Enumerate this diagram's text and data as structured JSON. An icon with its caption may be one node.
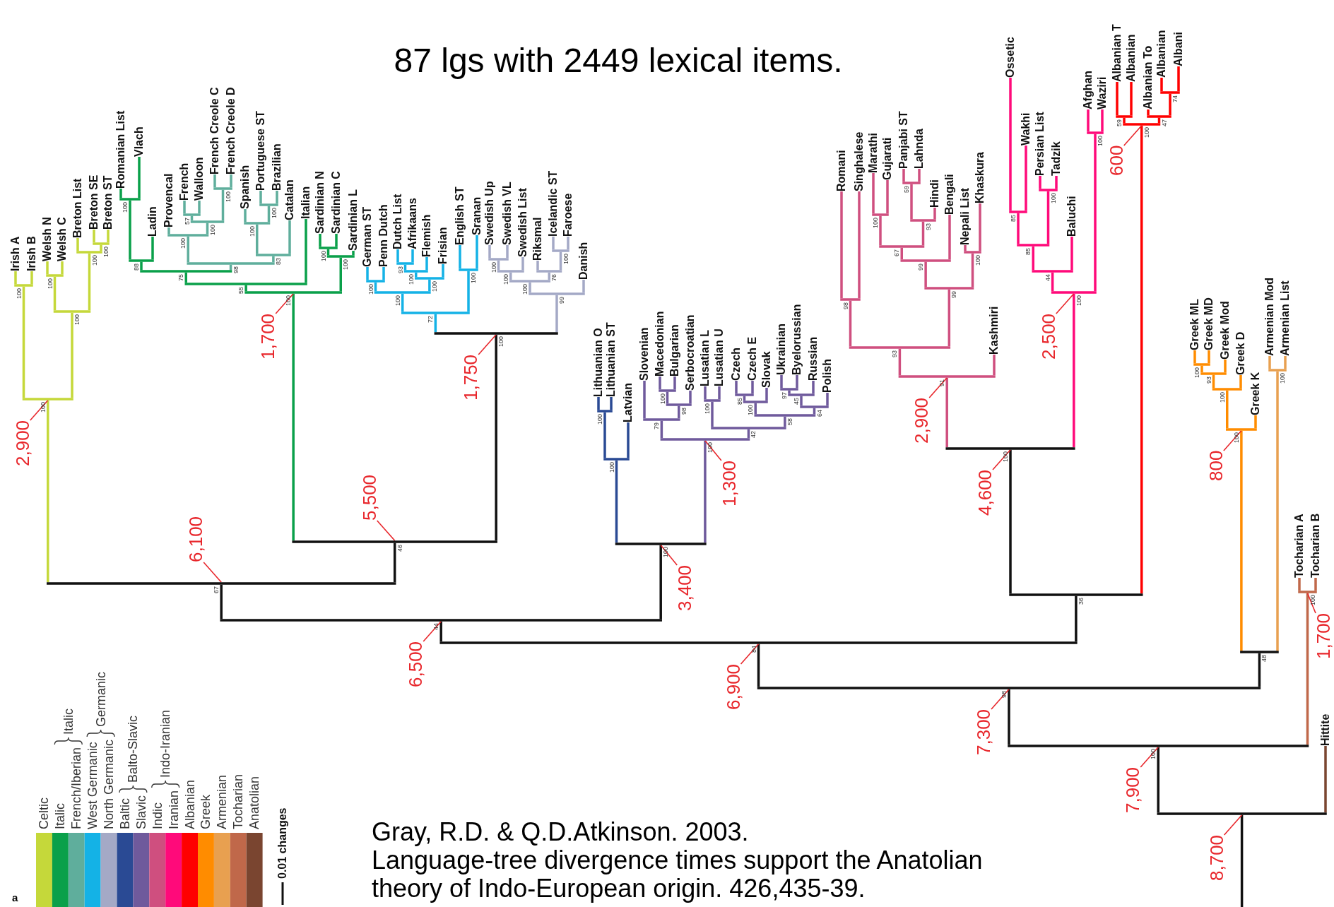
{
  "diagram": {
    "title": "87 lgs with 2449 lexical items.",
    "nodes": [
      {
        "text": [
          "Irish A"
        ]
      },
      {
        "text": [
          "Irish B"
        ]
      },
      {
        "text": [
          "Welsh N"
        ]
      },
      {
        "text": [
          "Welsh C"
        ]
      },
      {
        "text": [
          "Breton List"
        ]
      },
      {
        "text": [
          "Breton SE"
        ]
      },
      {
        "text": [
          "Breton ST"
        ]
      },
      {
        "text": [
          "Romanian List"
        ]
      },
      {
        "text": [
          "Vlach"
        ]
      },
      {
        "text": [
          "Ladin"
        ]
      },
      {
        "text": [
          "Provencal"
        ]
      },
      {
        "text": [
          "French"
        ]
      },
      {
        "text": [
          "Walloon"
        ]
      },
      {
        "text": [
          "French Creole C"
        ]
      },
      {
        "text": [
          "French Creole D"
        ]
      },
      {
        "text": [
          "Spanish"
        ]
      },
      {
        "text": [
          "Portuguese ST"
        ]
      },
      {
        "text": [
          "Brazilian"
        ]
      },
      {
        "text": [
          "Catalan"
        ]
      },
      {
        "text": [
          "Italian"
        ]
      },
      {
        "text": [
          "Sardinian N"
        ]
      },
      {
        "text": [
          "Sardinian C"
        ]
      },
      {
        "text": [
          "Sardinian L"
        ]
      },
      {
        "text": [
          "German ST"
        ]
      },
      {
        "text": [
          "Penn Dutch"
        ]
      },
      {
        "text": [
          "Dutch List"
        ]
      },
      {
        "text": [
          "Afrikaans"
        ]
      },
      {
        "text": [
          "Flemish"
        ]
      },
      {
        "text": [
          "Frisian"
        ]
      },
      {
        "text": [
          "English ST"
        ]
      },
      {
        "text": [
          "Sranan"
        ]
      },
      {
        "text": [
          "Swedish Up"
        ]
      },
      {
        "text": [
          "Swedish VL"
        ]
      },
      {
        "text": [
          "Swedish List"
        ]
      },
      {
        "text": [
          "Riksmal"
        ]
      },
      {
        "text": [
          "Icelandic ST"
        ]
      },
      {
        "text": [
          "Faroese"
        ]
      },
      {
        "text": [
          "Danish"
        ]
      },
      {
        "text": [
          "Lithuanian O"
        ]
      },
      {
        "text": [
          "Lithuanian ST"
        ]
      },
      {
        "text": [
          "Latvian"
        ]
      },
      {
        "text": [
          "Slovenian"
        ]
      },
      {
        "text": [
          "Macedonian"
        ]
      },
      {
        "text": [
          "Bulgarian"
        ]
      },
      {
        "text": [
          "Serbocroatian"
        ]
      },
      {
        "text": [
          "Lusatian L"
        ]
      },
      {
        "text": [
          "Lusatian U"
        ]
      },
      {
        "text": [
          "Czech"
        ]
      },
      {
        "text": [
          "Czech E"
        ]
      },
      {
        "text": [
          "Slovak"
        ]
      },
      {
        "text": [
          "Ukrainian"
        ]
      },
      {
        "text": [
          "Byelorussian"
        ]
      },
      {
        "text": [
          "Russian"
        ]
      },
      {
        "text": [
          "Polish"
        ]
      },
      {
        "text": [
          "Romani"
        ]
      },
      {
        "text": [
          "Singhalese"
        ]
      },
      {
        "text": [
          "Marathi"
        ]
      },
      {
        "text": [
          "Gujarati"
        ]
      },
      {
        "text": [
          "Panjabi ST"
        ]
      },
      {
        "text": [
          "Lahnda"
        ]
      },
      {
        "text": [
          "Hindi"
        ]
      },
      {
        "text": [
          "Bengali"
        ]
      },
      {
        "text": [
          "Nepali List"
        ]
      },
      {
        "text": [
          "Khaskura"
        ]
      },
      {
        "text": [
          "Kashmiri"
        ]
      },
      {
        "text": [
          "Ossetic"
        ]
      },
      {
        "text": [
          "Wakhi"
        ]
      },
      {
        "text": [
          "Persian List"
        ]
      },
      {
        "text": [
          "Tadzik"
        ]
      },
      {
        "text": [
          "Baluchi"
        ]
      },
      {
        "text": [
          "Afghan"
        ]
      },
      {
        "text": [
          "Waziri"
        ]
      },
      {
        "text": [
          "Albanian T"
        ]
      },
      {
        "text": [
          "Albanian"
        ]
      },
      {
        "text": [
          "Albanian To"
        ]
      },
      {
        "text": [
          "Albanian"
        ]
      },
      {
        "text": [
          "Albani"
        ]
      },
      {
        "text": [
          "Greek ML"
        ]
      },
      {
        "text": [
          "Greek MD"
        ]
      },
      {
        "text": [
          "Greek Mod"
        ]
      },
      {
        "text": [
          "Greek D"
        ]
      },
      {
        "text": [
          "Greek K"
        ]
      },
      {
        "text": [
          "Armenian Mod"
        ]
      },
      {
        "text": [
          "Armenian List"
        ]
      },
      {
        "text": [
          "Tocharian A"
        ]
      },
      {
        "text": [
          "Tocharian B"
        ]
      },
      {
        "text": [
          "Hittite"
        ]
      },
      {
        "text": [],
        "shape": "bar",
        "beside": [
          "100"
        ]
      },
      {
        "text": [],
        "shape": "bar",
        "beside": [
          "100"
        ]
      },
      {
        "text": [],
        "shape": "bar",
        "beside": [
          "100"
        ]
      },
      {
        "text": [],
        "shape": "bar",
        "beside": [
          "100"
        ]
      },
      {
        "text": [],
        "shape": "bar",
        "beside": [
          "100"
        ]
      },
      {
        "text": [],
        "shape": "bar",
        "beside": [
          "100"
        ]
      },
      {
        "text": [],
        "shape": "bar",
        "beside": [
          "100"
        ]
      },
      {
        "text": [],
        "shape": "bar",
        "beside": [
          "88"
        ]
      },
      {
        "text": [],
        "shape": "bar",
        "beside": [
          "100"
        ]
      },
      {
        "text": [],
        "shape": "bar",
        "beside": [
          "57"
        ]
      },
      {
        "text": [],
        "shape": "bar",
        "beside": [
          "100"
        ]
      },
      {
        "text": [],
        "shape": "bar",
        "beside": [
          "100"
        ]
      },
      {
        "text": [],
        "shape": "bar",
        "beside": [
          "100"
        ]
      },
      {
        "text": [],
        "shape": "bar",
        "beside": [
          "100"
        ]
      },
      {
        "text": [],
        "shape": "bar",
        "beside": [
          "83"
        ]
      },
      {
        "text": [],
        "shape": "bar",
        "beside": [
          "98"
        ]
      },
      {
        "text": [],
        "shape": "bar",
        "beside": [
          "75"
        ]
      },
      {
        "text": [],
        "shape": "bar",
        "beside": [
          "55"
        ]
      },
      {
        "text": [],
        "shape": "bar",
        "beside": [
          "100"
        ]
      },
      {
        "text": [],
        "shape": "bar",
        "beside": [
          "100"
        ]
      },
      {
        "text": [],
        "shape": "bar",
        "beside": [
          "100"
        ]
      },
      {
        "text": [],
        "shape": "bar",
        "beside": [
          "100"
        ]
      },
      {
        "text": [],
        "shape": "bar",
        "beside": [
          "93"
        ]
      },
      {
        "text": [],
        "shape": "bar",
        "beside": [
          "100"
        ]
      },
      {
        "text": [],
        "shape": "bar",
        "beside": [
          "100"
        ]
      },
      {
        "text": [],
        "shape": "bar",
        "beside": [
          "100"
        ]
      },
      {
        "text": [],
        "shape": "bar",
        "beside": [
          "100"
        ]
      },
      {
        "text": [],
        "shape": "bar",
        "beside": [
          "72"
        ]
      },
      {
        "text": [],
        "shape": "bar",
        "beside": [
          "100"
        ]
      },
      {
        "text": [],
        "shape": "bar",
        "beside": [
          "100"
        ]
      },
      {
        "text": [],
        "shape": "bar",
        "beside": [
          "100"
        ]
      },
      {
        "text": [],
        "shape": "bar",
        "beside": [
          "76"
        ]
      },
      {
        "text": [],
        "shape": "bar",
        "beside": [
          "100"
        ]
      },
      {
        "text": [],
        "shape": "bar",
        "beside": [
          "99"
        ]
      },
      {
        "text": [],
        "shape": "bar",
        "beside": [
          "100"
        ]
      },
      {
        "text": [],
        "shape": "bar",
        "beside": [
          "46"
        ]
      },
      {
        "text": [],
        "shape": "bar",
        "beside": [
          "67"
        ]
      },
      {
        "text": [],
        "shape": "bar",
        "beside": [
          "100"
        ]
      },
      {
        "text": [],
        "shape": "bar",
        "beside": [
          "100"
        ]
      },
      {
        "text": [],
        "shape": "bar",
        "beside": [
          "100"
        ]
      },
      {
        "text": [],
        "shape": "bar",
        "beside": [
          "98"
        ]
      },
      {
        "text": [],
        "shape": "bar",
        "beside": [
          "79"
        ]
      },
      {
        "text": [],
        "shape": "bar",
        "beside": [
          "100"
        ]
      },
      {
        "text": [],
        "shape": "bar",
        "beside": [
          "85"
        ]
      },
      {
        "text": [],
        "shape": "bar",
        "beside": [
          "100"
        ]
      },
      {
        "text": [],
        "shape": "bar",
        "beside": [
          "97"
        ]
      },
      {
        "text": [],
        "shape": "bar",
        "beside": [
          "45"
        ]
      },
      {
        "text": [],
        "shape": "bar",
        "beside": [
          "64"
        ]
      },
      {
        "text": [],
        "shape": "bar",
        "beside": [
          "58"
        ]
      },
      {
        "text": [],
        "shape": "bar",
        "beside": [
          "42"
        ]
      },
      {
        "text": [],
        "shape": "bar",
        "beside": [
          "100"
        ]
      },
      {
        "text": [],
        "shape": "bar",
        "beside": [
          "100"
        ]
      },
      {
        "text": [],
        "shape": "bar",
        "beside": [
          "44"
        ]
      },
      {
        "text": [],
        "shape": "bar",
        "beside": [
          "98"
        ]
      },
      {
        "text": [],
        "shape": "bar",
        "beside": [
          "100"
        ]
      },
      {
        "text": [],
        "shape": "bar",
        "beside": [
          "59"
        ]
      },
      {
        "text": [],
        "shape": "bar",
        "beside": [
          "93"
        ]
      },
      {
        "text": [],
        "shape": "bar",
        "beside": [
          "67"
        ]
      },
      {
        "text": [],
        "shape": "bar",
        "beside": [
          "99"
        ]
      },
      {
        "text": [],
        "shape": "bar",
        "beside": [
          "100"
        ]
      },
      {
        "text": [],
        "shape": "bar",
        "beside": [
          "99"
        ]
      },
      {
        "text": [],
        "shape": "bar",
        "beside": [
          "93"
        ]
      },
      {
        "text": [],
        "shape": "bar",
        "beside": [
          "91"
        ]
      },
      {
        "text": [],
        "shape": "bar",
        "beside": [
          "85"
        ]
      },
      {
        "text": [],
        "shape": "bar",
        "beside": [
          "100"
        ]
      },
      {
        "text": [],
        "shape": "bar",
        "beside": [
          "85"
        ]
      },
      {
        "text": [],
        "shape": "bar",
        "beside": [
          "44"
        ]
      },
      {
        "text": [],
        "shape": "bar",
        "beside": [
          "100"
        ]
      },
      {
        "text": [],
        "shape": "bar",
        "beside": [
          "100"
        ]
      },
      {
        "text": [],
        "shape": "bar",
        "beside": [
          "100"
        ]
      },
      {
        "text": [],
        "shape": "bar",
        "beside": [
          "59"
        ]
      },
      {
        "text": [],
        "shape": "bar",
        "beside": [
          "74"
        ]
      },
      {
        "text": [],
        "shape": "bar",
        "beside": [
          "47"
        ]
      },
      {
        "text": [],
        "shape": "bar",
        "beside": [
          "100"
        ]
      },
      {
        "text": [],
        "shape": "bar",
        "beside": [
          "36"
        ]
      },
      {
        "text": [],
        "shape": "bar",
        "beside": [
          "84"
        ]
      },
      {
        "text": [],
        "shape": "bar",
        "beside": [
          "100"
        ]
      },
      {
        "text": [],
        "shape": "bar",
        "beside": [
          "93"
        ]
      },
      {
        "text": [],
        "shape": "bar",
        "beside": [
          "100"
        ]
      },
      {
        "text": [],
        "shape": "bar",
        "beside": [
          "100"
        ]
      },
      {
        "text": [],
        "shape": "bar",
        "beside": [
          "100"
        ]
      },
      {
        "text": [],
        "shape": "bar",
        "beside": [
          "48"
        ]
      },
      {
        "text": [],
        "shape": "bar",
        "beside": [
          "98"
        ]
      },
      {
        "text": [],
        "shape": "bar",
        "beside": [
          "100"
        ]
      },
      {
        "text": [],
        "shape": "bar",
        "beside": [
          "100"
        ]
      },
      {
        "text": [],
        "shape": "bar"
      },
      {
        "text": [
          "2,900"
        ]
      },
      {
        "text": [
          "1,700"
        ]
      },
      {
        "text": [
          "1,750"
        ]
      },
      {
        "text": [
          "5,500"
        ]
      },
      {
        "text": [
          "6,100"
        ]
      },
      {
        "text": [
          "1,300"
        ]
      },
      {
        "text": [
          "3,400"
        ]
      },
      {
        "text": [
          "6,500"
        ]
      },
      {
        "text": [
          "2,900"
        ]
      },
      {
        "text": [
          "2,500"
        ]
      },
      {
        "text": [
          "4,600"
        ]
      },
      {
        "text": [
          "600"
        ]
      },
      {
        "text": [
          "6,900"
        ]
      },
      {
        "text": [
          "800"
        ]
      },
      {
        "text": [
          "7,300"
        ]
      },
      {
        "text": [
          "1,700"
        ]
      },
      {
        "text": [
          "7,900"
        ]
      },
      {
        "text": [
          "8,700"
        ]
      }
    ],
    "edges": [
      {
        "from": 87,
        "to": 0,
        "arrow": "none",
        "color": "#c5d83a"
      },
      {
        "from": 87,
        "to": 1,
        "arrow": "none",
        "color": "#c5d83a"
      },
      {
        "from": 88,
        "to": 2,
        "arrow": "none",
        "color": "#c5d83a"
      },
      {
        "from": 88,
        "to": 3,
        "arrow": "none",
        "color": "#c5d83a"
      },
      {
        "from": 89,
        "to": 5,
        "arrow": "none",
        "color": "#c5d83a"
      },
      {
        "from": 89,
        "to": 6,
        "arrow": "none",
        "color": "#c5d83a"
      },
      {
        "from": 90,
        "to": 4,
        "arrow": "none",
        "color": "#c5d83a"
      },
      {
        "from": 90,
        "to": 89,
        "arrow": "none",
        "color": "#c5d83a"
      },
      {
        "from": 91,
        "to": 88,
        "arrow": "none",
        "color": "#c5d83a"
      },
      {
        "from": 91,
        "to": 90,
        "arrow": "none",
        "color": "#c5d83a"
      },
      {
        "from": 92,
        "to": 87,
        "arrow": "none",
        "color": "#c5d83a"
      },
      {
        "from": 92,
        "to": 91,
        "arrow": "none",
        "color": "#c5d83a"
      },
      {
        "from": 93,
        "to": 7,
        "arrow": "none",
        "color": "#0aa04a"
      },
      {
        "from": 93,
        "to": 8,
        "arrow": "none",
        "color": "#0aa04a"
      },
      {
        "from": 94,
        "to": 93,
        "arrow": "none",
        "color": "#0aa04a"
      },
      {
        "from": 94,
        "to": 9,
        "arrow": "none",
        "color": "#0aa04a"
      },
      {
        "from": 95,
        "to": 13,
        "arrow": "none",
        "color": "#5fae9c"
      },
      {
        "from": 95,
        "to": 14,
        "arrow": "none",
        "color": "#5fae9c"
      },
      {
        "from": 96,
        "to": 11,
        "arrow": "none",
        "color": "#5fae9c"
      },
      {
        "from": 96,
        "to": 12,
        "arrow": "none",
        "color": "#5fae9c"
      },
      {
        "from": 97,
        "to": 96,
        "arrow": "none",
        "color": "#5fae9c"
      },
      {
        "from": 97,
        "to": 95,
        "arrow": "none",
        "color": "#5fae9c"
      },
      {
        "from": 98,
        "to": 10,
        "arrow": "none",
        "color": "#5fae9c"
      },
      {
        "from": 98,
        "to": 97,
        "arrow": "none",
        "color": "#5fae9c"
      },
      {
        "from": 99,
        "to": 16,
        "arrow": "none",
        "color": "#5fae9c"
      },
      {
        "from": 99,
        "to": 17,
        "arrow": "none",
        "color": "#5fae9c"
      },
      {
        "from": 100,
        "to": 15,
        "arrow": "none",
        "color": "#5fae9c"
      },
      {
        "from": 100,
        "to": 99,
        "arrow": "none",
        "color": "#5fae9c"
      },
      {
        "from": 101,
        "to": 100,
        "arrow": "none",
        "color": "#5fae9c"
      },
      {
        "from": 101,
        "to": 18,
        "arrow": "none",
        "color": "#5fae9c"
      },
      {
        "from": 102,
        "to": 98,
        "arrow": "none",
        "color": "#5fae9c"
      },
      {
        "from": 102,
        "to": 101,
        "arrow": "none",
        "color": "#5fae9c"
      },
      {
        "from": 103,
        "to": 94,
        "arrow": "none",
        "color": "#0aa04a"
      },
      {
        "from": 103,
        "to": 102,
        "arrow": "none",
        "color": "#5fae9c"
      },
      {
        "from": 104,
        "to": 103,
        "arrow": "none",
        "color": "#0aa04a"
      },
      {
        "from": 104,
        "to": 19,
        "arrow": "none",
        "color": "#0aa04a"
      },
      {
        "from": 105,
        "to": 20,
        "arrow": "none",
        "color": "#0aa04a"
      },
      {
        "from": 105,
        "to": 21,
        "arrow": "none",
        "color": "#0aa04a"
      },
      {
        "from": 106,
        "to": 105,
        "arrow": "none",
        "color": "#0aa04a"
      },
      {
        "from": 106,
        "to": 22,
        "arrow": "none",
        "color": "#0aa04a"
      },
      {
        "from": 107,
        "to": 104,
        "arrow": "none",
        "color": "#0aa04a"
      },
      {
        "from": 107,
        "to": 106,
        "arrow": "none",
        "color": "#0aa04a"
      },
      {
        "from": 108,
        "to": 23,
        "arrow": "none",
        "color": "#14b2e6"
      },
      {
        "from": 108,
        "to": 24,
        "arrow": "none",
        "color": "#14b2e6"
      },
      {
        "from": 109,
        "to": 25,
        "arrow": "none",
        "color": "#14b2e6"
      },
      {
        "from": 109,
        "to": 26,
        "arrow": "none",
        "color": "#14b2e6"
      },
      {
        "from": 110,
        "to": 109,
        "arrow": "none",
        "color": "#14b2e6"
      },
      {
        "from": 110,
        "to": 27,
        "arrow": "none",
        "color": "#14b2e6"
      },
      {
        "from": 111,
        "to": 110,
        "arrow": "none",
        "color": "#14b2e6"
      },
      {
        "from": 111,
        "to": 28,
        "arrow": "none",
        "color": "#14b2e6"
      },
      {
        "from": 112,
        "to": 108,
        "arrow": "none",
        "color": "#14b2e6"
      },
      {
        "from": 112,
        "to": 111,
        "arrow": "none",
        "color": "#14b2e6"
      },
      {
        "from": 113,
        "to": 29,
        "arrow": "none",
        "color": "#14b2e6"
      },
      {
        "from": 113,
        "to": 30,
        "arrow": "none",
        "color": "#14b2e6"
      },
      {
        "from": 114,
        "to": 112,
        "arrow": "none",
        "color": "#14b2e6"
      },
      {
        "from": 114,
        "to": 113,
        "arrow": "none",
        "color": "#14b2e6"
      },
      {
        "from": 115,
        "to": 31,
        "arrow": "none",
        "color": "#a4a9c6"
      },
      {
        "from": 115,
        "to": 32,
        "arrow": "none",
        "color": "#a4a9c6"
      },
      {
        "from": 116,
        "to": 115,
        "arrow": "none",
        "color": "#a4a9c6"
      },
      {
        "from": 116,
        "to": 33,
        "arrow": "none",
        "color": "#a4a9c6"
      },
      {
        "from": 117,
        "to": 35,
        "arrow": "none",
        "color": "#a4a9c6"
      },
      {
        "from": 117,
        "to": 36,
        "arrow": "none",
        "color": "#a4a9c6"
      },
      {
        "from": 118,
        "to": 34,
        "arrow": "none",
        "color": "#a4a9c6"
      },
      {
        "from": 118,
        "to": 117,
        "arrow": "none",
        "color": "#a4a9c6"
      },
      {
        "from": 119,
        "to": 116,
        "arrow": "none",
        "color": "#a4a9c6"
      },
      {
        "from": 119,
        "to": 118,
        "arrow": "none",
        "color": "#a4a9c6"
      },
      {
        "from": 120,
        "to": 119,
        "arrow": "none",
        "color": "#a4a9c6"
      },
      {
        "from": 120,
        "to": 37,
        "arrow": "none",
        "color": "#a4a9c6"
      },
      {
        "from": 121,
        "to": 114,
        "arrow": "none",
        "color": "#14b2e6"
      },
      {
        "from": 121,
        "to": 120,
        "arrow": "none",
        "color": "#a4a9c6"
      },
      {
        "from": 122,
        "to": 107,
        "arrow": "none",
        "color": "#0aa04a"
      },
      {
        "from": 122,
        "to": 121,
        "arrow": "none",
        "color": "#111111"
      },
      {
        "from": 123,
        "to": 92,
        "arrow": "none",
        "color": "#c5d83a"
      },
      {
        "from": 123,
        "to": 122,
        "arrow": "none",
        "color": "#111111"
      },
      {
        "from": 124,
        "to": 38,
        "arrow": "none",
        "color": "#2a4a94"
      },
      {
        "from": 124,
        "to": 39,
        "arrow": "none",
        "color": "#2a4a94"
      },
      {
        "from": 125,
        "to": 124,
        "arrow": "none",
        "color": "#2a4a94"
      },
      {
        "from": 125,
        "to": 40,
        "arrow": "none",
        "color": "#2a4a94"
      },
      {
        "from": 126,
        "to": 42,
        "arrow": "none",
        "color": "#6f5a9c"
      },
      {
        "from": 126,
        "to": 43,
        "arrow": "none",
        "color": "#6f5a9c"
      },
      {
        "from": 127,
        "to": 126,
        "arrow": "none",
        "color": "#6f5a9c"
      },
      {
        "from": 127,
        "to": 44,
        "arrow": "none",
        "color": "#6f5a9c"
      },
      {
        "from": 128,
        "to": 41,
        "arrow": "none",
        "color": "#6f5a9c"
      },
      {
        "from": 128,
        "to": 127,
        "arrow": "none",
        "color": "#6f5a9c"
      },
      {
        "from": 129,
        "to": 45,
        "arrow": "none",
        "color": "#6f5a9c"
      },
      {
        "from": 129,
        "to": 46,
        "arrow": "none",
        "color": "#6f5a9c"
      },
      {
        "from": 130,
        "to": 47,
        "arrow": "none",
        "color": "#6f5a9c"
      },
      {
        "from": 130,
        "to": 48,
        "arrow": "none",
        "color": "#6f5a9c"
      },
      {
        "from": 131,
        "to": 130,
        "arrow": "none",
        "color": "#6f5a9c"
      },
      {
        "from": 131,
        "to": 49,
        "arrow": "none",
        "color": "#6f5a9c"
      },
      {
        "from": 132,
        "to": 50,
        "arrow": "none",
        "color": "#6f5a9c"
      },
      {
        "from": 132,
        "to": 51,
        "arrow": "none",
        "color": "#6f5a9c"
      },
      {
        "from": 133,
        "to": 132,
        "arrow": "none",
        "color": "#6f5a9c"
      },
      {
        "from": 133,
        "to": 52,
        "arrow": "none",
        "color": "#6f5a9c"
      },
      {
        "from": 134,
        "to": 133,
        "arrow": "none",
        "color": "#6f5a9c"
      },
      {
        "from": 134,
        "to": 53,
        "arrow": "none",
        "color": "#6f5a9c"
      },
      {
        "from": 135,
        "to": 131,
        "arrow": "none",
        "color": "#6f5a9c"
      },
      {
        "from": 135,
        "to": 134,
        "arrow": "none",
        "color": "#6f5a9c"
      },
      {
        "from": 136,
        "to": 129,
        "arrow": "none",
        "color": "#6f5a9c"
      },
      {
        "from": 136,
        "to": 135,
        "arrow": "none",
        "color": "#6f5a9c"
      },
      {
        "from": 137,
        "to": 128,
        "arrow": "none",
        "color": "#6f5a9c"
      },
      {
        "from": 137,
        "to": 136,
        "arrow": "none",
        "color": "#6f5a9c"
      },
      {
        "from": 138,
        "to": 125,
        "arrow": "none",
        "color": "#2a4a94"
      },
      {
        "from": 138,
        "to": 137,
        "arrow": "none",
        "color": "#6f5a9c"
      },
      {
        "from": 139,
        "to": 123,
        "arrow": "none",
        "color": "#111111"
      },
      {
        "from": 139,
        "to": 138,
        "arrow": "none",
        "color": "#111111"
      },
      {
        "from": 140,
        "to": 54,
        "arrow": "none",
        "color": "#cf4f7f"
      },
      {
        "from": 140,
        "to": 55,
        "arrow": "none",
        "color": "#cf4f7f"
      },
      {
        "from": 141,
        "to": 56,
        "arrow": "none",
        "color": "#cf4f7f"
      },
      {
        "from": 141,
        "to": 57,
        "arrow": "none",
        "color": "#cf4f7f"
      },
      {
        "from": 142,
        "to": 58,
        "arrow": "none",
        "color": "#cf4f7f"
      },
      {
        "from": 142,
        "to": 59,
        "arrow": "none",
        "color": "#cf4f7f"
      },
      {
        "from": 143,
        "to": 142,
        "arrow": "none",
        "color": "#cf4f7f"
      },
      {
        "from": 143,
        "to": 60,
        "arrow": "none",
        "color": "#cf4f7f"
      },
      {
        "from": 144,
        "to": 141,
        "arrow": "none",
        "color": "#cf4f7f"
      },
      {
        "from": 144,
        "to": 143,
        "arrow": "none",
        "color": "#cf4f7f"
      },
      {
        "from": 145,
        "to": 144,
        "arrow": "none",
        "color": "#cf4f7f"
      },
      {
        "from": 145,
        "to": 61,
        "arrow": "none",
        "color": "#cf4f7f"
      },
      {
        "from": 146,
        "to": 62,
        "arrow": "none",
        "color": "#cf4f7f"
      },
      {
        "from": 146,
        "to": 63,
        "arrow": "none",
        "color": "#cf4f7f"
      },
      {
        "from": 147,
        "to": 145,
        "arrow": "none",
        "color": "#cf4f7f"
      },
      {
        "from": 147,
        "to": 146,
        "arrow": "none",
        "color": "#cf4f7f"
      },
      {
        "from": 148,
        "to": 140,
        "arrow": "none",
        "color": "#cf4f7f"
      },
      {
        "from": 148,
        "to": 147,
        "arrow": "none",
        "color": "#cf4f7f"
      },
      {
        "from": 149,
        "to": 148,
        "arrow": "none",
        "color": "#cf4f7f"
      },
      {
        "from": 149,
        "to": 64,
        "arrow": "none",
        "color": "#cf4f7f"
      },
      {
        "from": 150,
        "to": 65,
        "arrow": "none",
        "color": "#ff0a7a"
      },
      {
        "from": 150,
        "to": 66,
        "arrow": "none",
        "color": "#ff0a7a"
      },
      {
        "from": 151,
        "to": 67,
        "arrow": "none",
        "color": "#ff0a7a"
      },
      {
        "from": 151,
        "to": 68,
        "arrow": "none",
        "color": "#ff0a7a"
      },
      {
        "from": 152,
        "to": 150,
        "arrow": "none",
        "color": "#ff0a7a"
      },
      {
        "from": 152,
        "to": 151,
        "arrow": "none",
        "color": "#ff0a7a"
      },
      {
        "from": 153,
        "to": 152,
        "arrow": "none",
        "color": "#ff0a7a"
      },
      {
        "from": 153,
        "to": 69,
        "arrow": "none",
        "color": "#ff0a7a"
      },
      {
        "from": 154,
        "to": 70,
        "arrow": "none",
        "color": "#ff0a7a"
      },
      {
        "from": 154,
        "to": 71,
        "arrow": "none",
        "color": "#ff0a7a"
      },
      {
        "from": 155,
        "to": 153,
        "arrow": "none",
        "color": "#ff0a7a"
      },
      {
        "from": 155,
        "to": 154,
        "arrow": "none",
        "color": "#ff0a7a"
      },
      {
        "from": 156,
        "to": 149,
        "arrow": "none",
        "color": "#cf4f7f"
      },
      {
        "from": 156,
        "to": 155,
        "arrow": "none",
        "color": "#ff0a7a"
      },
      {
        "from": 157,
        "to": 72,
        "arrow": "none",
        "color": "#ff0000"
      },
      {
        "from": 157,
        "to": 73,
        "arrow": "none",
        "color": "#ff0000"
      },
      {
        "from": 158,
        "to": 75,
        "arrow": "none",
        "color": "#ff0000"
      },
      {
        "from": 158,
        "to": 76,
        "arrow": "none",
        "color": "#ff0000"
      },
      {
        "from": 159,
        "to": 74,
        "arrow": "none",
        "color": "#ff0000"
      },
      {
        "from": 159,
        "to": 158,
        "arrow": "none",
        "color": "#ff0000"
      },
      {
        "from": 160,
        "to": 157,
        "arrow": "none",
        "color": "#ff0000"
      },
      {
        "from": 160,
        "to": 159,
        "arrow": "none",
        "color": "#ff0000"
      },
      {
        "from": 161,
        "to": 156,
        "arrow": "none",
        "color": "#111111"
      },
      {
        "from": 161,
        "to": 160,
        "arrow": "none",
        "color": "#ff0000"
      },
      {
        "from": 162,
        "to": 139,
        "arrow": "none",
        "color": "#111111"
      },
      {
        "from": 162,
        "to": 161,
        "arrow": "none",
        "color": "#111111"
      },
      {
        "from": 163,
        "to": 77,
        "arrow": "none",
        "color": "#ff8c00"
      },
      {
        "from": 163,
        "to": 78,
        "arrow": "none",
        "color": "#ff8c00"
      },
      {
        "from": 164,
        "to": 163,
        "arrow": "none",
        "color": "#ff8c00"
      },
      {
        "from": 164,
        "to": 79,
        "arrow": "none",
        "color": "#ff8c00"
      },
      {
        "from": 165,
        "to": 164,
        "arrow": "none",
        "color": "#ff8c00"
      },
      {
        "from": 165,
        "to": 80,
        "arrow": "none",
        "color": "#ff8c00"
      },
      {
        "from": 166,
        "to": 165,
        "arrow": "none",
        "color": "#ff8c00"
      },
      {
        "from": 166,
        "to": 81,
        "arrow": "none",
        "color": "#ff8c00"
      },
      {
        "from": 167,
        "to": 82,
        "arrow": "none",
        "color": "#e8a050"
      },
      {
        "from": 167,
        "to": 83,
        "arrow": "none",
        "color": "#e8a050"
      },
      {
        "from": 168,
        "to": 166,
        "arrow": "none",
        "color": "#ff8c00"
      },
      {
        "from": 168,
        "to": 167,
        "arrow": "none",
        "color": "#e8a050"
      },
      {
        "from": 169,
        "to": 162,
        "arrow": "none",
        "color": "#111111"
      },
      {
        "from": 169,
        "to": 168,
        "arrow": "none",
        "color": "#111111"
      },
      {
        "from": 170,
        "to": 84,
        "arrow": "none",
        "color": "#c0684a"
      },
      {
        "from": 170,
        "to": 85,
        "arrow": "none",
        "color": "#c0684a"
      },
      {
        "from": 171,
        "to": 169,
        "arrow": "none",
        "color": "#111111"
      },
      {
        "from": 171,
        "to": 170,
        "arrow": "none",
        "color": "#c0684a"
      },
      {
        "from": 172,
        "to": 171,
        "arrow": "none",
        "color": "#111111"
      },
      {
        "from": 172,
        "to": 86,
        "arrow": "none",
        "color": "#7a4530"
      },
      {
        "from": null,
        "to": 172,
        "arrow": "none",
        "color": "#111111"
      },
      {
        "from": 173,
        "to": 92,
        "arrow": "none",
        "color": "#e8262b"
      },
      {
        "from": 174,
        "to": 107,
        "arrow": "none",
        "color": "#e8262b"
      },
      {
        "from": 175,
        "to": 121,
        "arrow": "none",
        "color": "#e8262b"
      },
      {
        "from": 176,
        "to": 122,
        "arrow": "none",
        "color": "#e8262b"
      },
      {
        "from": 177,
        "to": 123,
        "arrow": "none",
        "color": "#e8262b"
      },
      {
        "from": 178,
        "to": 137,
        "arrow": "none",
        "color": "#e8262b"
      },
      {
        "from": 179,
        "to": 138,
        "arrow": "none",
        "color": "#e8262b"
      },
      {
        "from": 180,
        "to": 139,
        "arrow": "none",
        "color": "#e8262b"
      },
      {
        "from": 181,
        "to": 149,
        "arrow": "none",
        "color": "#e8262b"
      },
      {
        "from": 182,
        "to": 155,
        "arrow": "none",
        "color": "#e8262b"
      },
      {
        "from": 183,
        "to": 156,
        "arrow": "none",
        "color": "#e8262b"
      },
      {
        "from": 184,
        "to": 160,
        "arrow": "none",
        "color": "#e8262b"
      },
      {
        "from": 185,
        "to": 162,
        "arrow": "none",
        "color": "#e8262b"
      },
      {
        "from": 186,
        "to": 166,
        "arrow": "none",
        "color": "#e8262b"
      },
      {
        "from": 187,
        "to": 169,
        "arrow": "none",
        "color": "#e8262b"
      },
      {
        "from": 188,
        "to": 170,
        "arrow": "none",
        "color": "#e8262b"
      },
      {
        "from": 189,
        "to": 171,
        "arrow": "none",
        "color": "#e8262b"
      },
      {
        "from": 190,
        "to": 172,
        "arrow": "none",
        "color": "#e8262b"
      }
    ],
    "labels": [
      "Italic",
      "Germanic",
      "Balto-Slavic",
      "Indo-Iranian",
      "0.01 changes",
      "a",
      "Gray, R.D. & Q.D.Atkinson. 2003.",
      "Language-tree divergence times support the Anatolian theory of Indo-European origin. 426,435-39."
    ],
    "legend": [
      {
        "text": "Celtic",
        "color": "#c5d83a"
      },
      {
        "text": "Italic",
        "color": "#0aa04a"
      },
      {
        "text": "French/Iberian",
        "color": "#5fae9c"
      },
      {
        "text": "West Germanic",
        "color": "#14b2e6"
      },
      {
        "text": "North Germanic",
        "color": "#a4a9c6"
      },
      {
        "text": "Baltic",
        "color": "#2a4a94"
      },
      {
        "text": "Slavic",
        "color": "#6f5a9c"
      },
      {
        "text": "Indic",
        "color": "#cf4f7f"
      },
      {
        "text": "Iranian",
        "color": "#ff0a7a"
      },
      {
        "text": "Albanian",
        "color": "#ff0000"
      },
      {
        "text": "Greek",
        "color": "#ff8c00"
      },
      {
        "text": "Armenian",
        "color": "#e8a050"
      },
      {
        "text": "Tocharian",
        "color": "#c0684a"
      },
      {
        "text": "Anatolian",
        "color": "#7a4530"
      }
    ]
  }
}
